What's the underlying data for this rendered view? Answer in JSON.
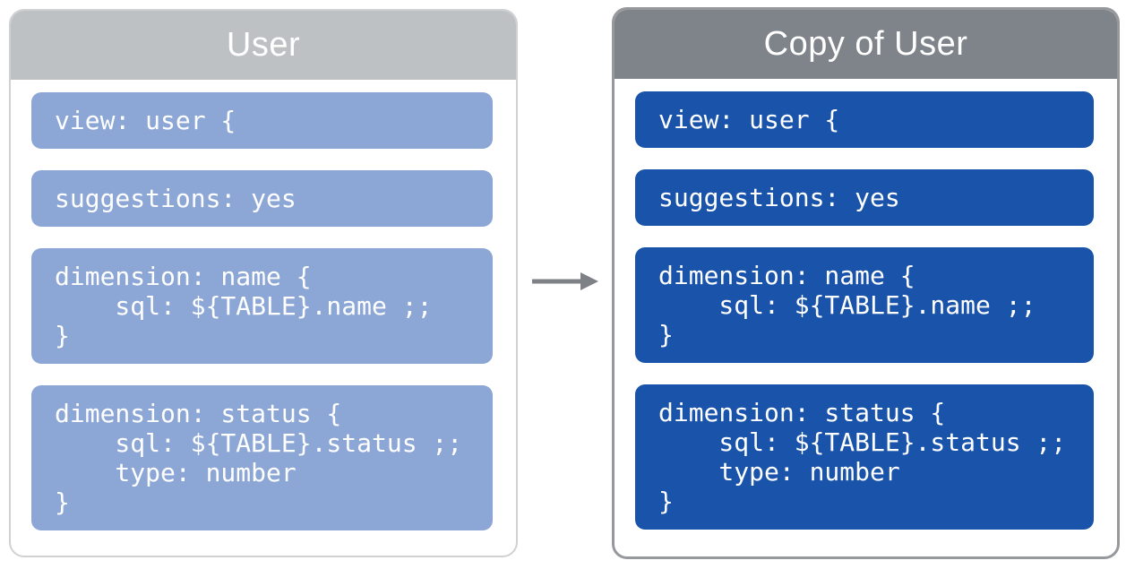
{
  "colors": {
    "page-bg": "#ffffff",
    "left-header-bg": "#bec1c4",
    "right-header-bg": "#7f848a",
    "left-block-bg": "#8ca7d6",
    "right-block-bg": "#1a53aa",
    "left-panel-border": "#cfd1d3",
    "right-panel-border": "#96989c",
    "arrow-color": "#7e8287",
    "title-text": "#ffffff",
    "code-text": "#ffffff"
  },
  "panels": [
    {
      "title": "User",
      "blocks": [
        "view: user {",
        "suggestions: yes",
        "dimension: name {\n    sql: ${TABLE}.name ;;\n}",
        "dimension: status {\n    sql: ${TABLE}.status ;;\n    type: number\n}"
      ]
    },
    {
      "title": "Copy of User",
      "blocks": [
        "view: user {",
        "suggestions: yes",
        "dimension: name {\n    sql: ${TABLE}.name ;;\n}",
        "dimension: status {\n    sql: ${TABLE}.status ;;\n    type: number\n}"
      ]
    }
  ],
  "arrow": {
    "icon": "arrow-right",
    "direction": "left-panel-to-right-panel"
  }
}
